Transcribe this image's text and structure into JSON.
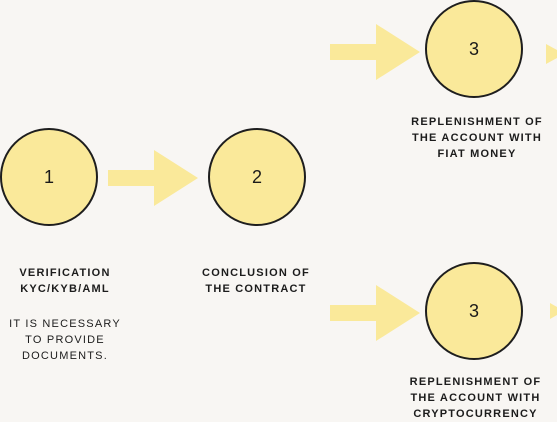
{
  "colors": {
    "circle_fill": "#fae99a",
    "circle_stroke": "#1e1e1e",
    "arrow": "#fae99a",
    "background": "#f8f6f3"
  },
  "steps": [
    {
      "number": "1",
      "title": [
        "VERIFICATION",
        "KYC/KYB/AML"
      ],
      "note": [
        "IT IS NECESSARY",
        "TO PROVIDE",
        "DOCUMENTS."
      ]
    },
    {
      "number": "2",
      "title": [
        "CONCLUSION OF",
        "THE CONTRACT"
      ]
    },
    {
      "number": "3",
      "title": [
        "REPLENISHMENT OF",
        "THE ACCOUNT WITH",
        "FIAT MONEY"
      ]
    },
    {
      "number": "3",
      "title": [
        "REPLENISHMENT OF",
        "THE ACCOUNT WITH",
        "CRYPTOCURRENCY"
      ]
    }
  ]
}
